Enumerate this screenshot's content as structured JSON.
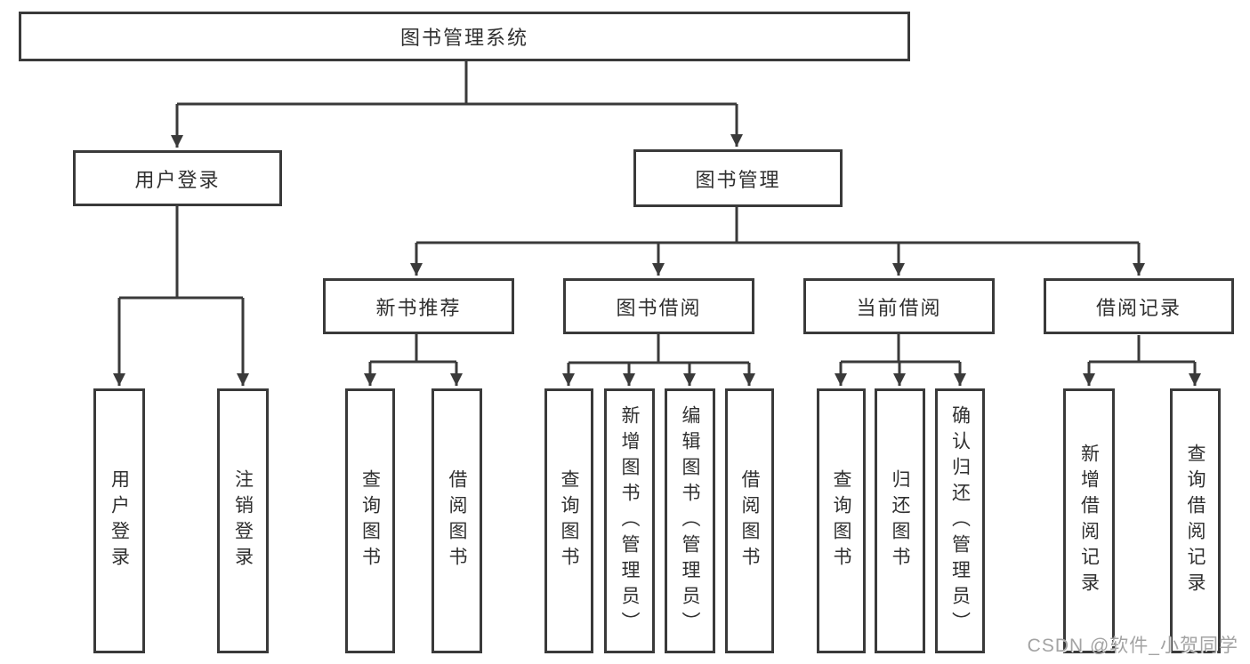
{
  "colors": {
    "line": "#3a3a3a",
    "node_border": "#3a3a3a",
    "node_text": "#303030",
    "watermark_text": "#a3a3a3"
  },
  "diagram": {
    "root": "图书管理系统",
    "level2": [
      "用户登录",
      "图书管理"
    ],
    "level3": [
      "新书推荐",
      "图书借阅",
      "当前借阅",
      "借阅记录"
    ],
    "leaves": {
      "user_login": [
        "用户登录",
        "注销登录"
      ],
      "new_book_recommend": [
        "查询图书",
        "借阅图书"
      ],
      "book_borrow": [
        "查询图书",
        "新增图书（管理员）",
        "编辑图书（管理员）",
        "借阅图书"
      ],
      "current_borrow": [
        "查询图书",
        "归还图书",
        "确认归还（管理员）"
      ],
      "borrow_records": [
        "新增借阅记录",
        "查询借阅记录"
      ]
    }
  },
  "watermark": "CSDN @软件_小贺同学"
}
